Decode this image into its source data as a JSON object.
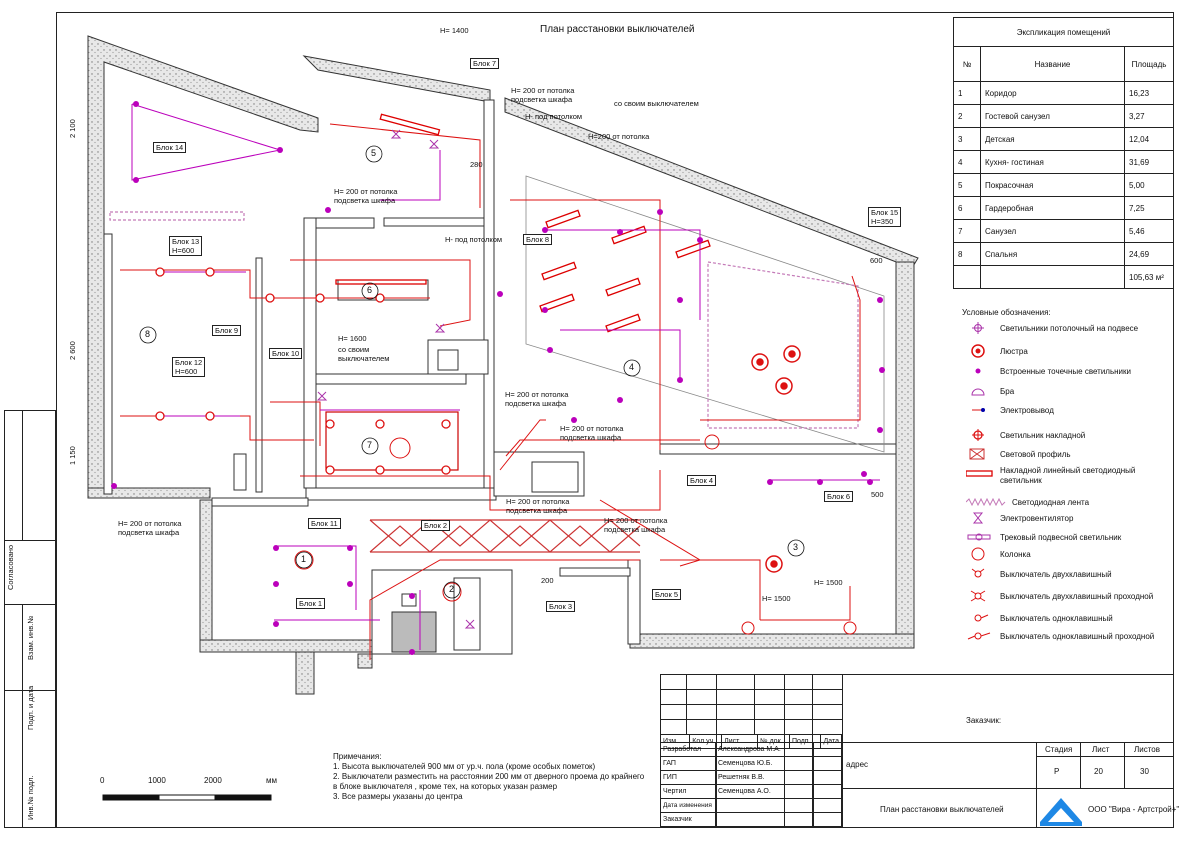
{
  "title": "План расстановки выключателей",
  "explication": {
    "title": "Экспликация помещений",
    "headers": [
      "№",
      "Название",
      "Площадь"
    ],
    "rows": [
      [
        "1",
        "Коридор",
        "16,23"
      ],
      [
        "2",
        "Гостевой санузел",
        "3,27"
      ],
      [
        "3",
        "Детская",
        "12,04"
      ],
      [
        "4",
        "Кухня- гостиная",
        "31,69"
      ],
      [
        "5",
        "Покрасочная",
        "5,00"
      ],
      [
        "6",
        "Гардеробная",
        "7,25"
      ],
      [
        "7",
        "Санузел",
        "5,46"
      ],
      [
        "8",
        "Спальня",
        "24,69"
      ]
    ],
    "total": "105,63 м²"
  },
  "legend": {
    "title": "Условные обозначения:",
    "items": [
      "Светильники потолочный на подвесе",
      "Люстра",
      "Встроенные точечные светильники",
      "Бра",
      "Электровывод",
      "Светильник накладной",
      "Световой профиль",
      "Накладной линейный светодиодный светильник",
      "Светодиодная лента",
      "Электровентилятор",
      "Трековый подвесной светильник",
      "Колонка",
      "Выключатель двухклавишный",
      "Выключатель двухклавишный проходной",
      "Выключатель одноклавишный",
      "Выключатель одноклавишный проходной"
    ]
  },
  "rooms": [
    "1",
    "2",
    "3",
    "4",
    "5",
    "6",
    "7",
    "8"
  ],
  "blocks": [
    "Блок 1",
    "Блок 2",
    "Блок 3",
    "Блок 4",
    "Блок 5",
    "Блок 6",
    "Блок 7",
    "Блок 8",
    "Блок 9",
    "Блок 10",
    "Блок 11",
    "Блок 12\nH=600",
    "Блок 13\nH=600",
    "Блок 14",
    "Блок 15\nH=350"
  ],
  "annotations": {
    "h1400": "H= 1400",
    "h200_wardrobe": "H= 200 от потолка подсветка шкафа",
    "under_ceiling": "H- под потолком",
    "own_switch": "со своим выключателем",
    "h200": "H=200 от потолка",
    "h1600": "H= 1600",
    "h1500a": "H= 1500",
    "h1500b": "H= 1500",
    "d600": "600",
    "d500": "500",
    "d280": "280",
    "d200": "200"
  },
  "dims_left": [
    "2 100",
    "2 600",
    "1 150"
  ],
  "notes": {
    "title": "Примечания:",
    "lines": [
      "1. Высота выключателей 900 мм от ур.ч. пола (кроме особых пометок)",
      "2. Выключатели разместить на расстоянии 200 мм от дверного проема до крайнего",
      "в блоке выключателя , кроме тех, на которых указан размер",
      "3. Все размеры указаны до центра"
    ]
  },
  "scale": {
    "labels": [
      "0",
      "1000",
      "2000",
      "мм"
    ]
  },
  "stamp": {
    "header": [
      "Изм.",
      "Кол.уч",
      "Лист",
      "№ док",
      "Подп.",
      "Дата"
    ],
    "people": [
      [
        "Разработал",
        "Александрова М.А."
      ],
      [
        "ГАП",
        "Семенцова Ю.Б."
      ],
      [
        "ГИП",
        "Решетняк В.В."
      ],
      [
        "Чертил",
        "Семенцова А.О."
      ],
      [
        "Дата изменения",
        ""
      ],
      [
        "Заказчик",
        ""
      ]
    ],
    "customer": "Заказчик:",
    "address": "адрес",
    "stage_headers": [
      "Стадия",
      "Лист",
      "Листов"
    ],
    "stage_values": [
      "Р",
      "20",
      "30"
    ],
    "sheet_title": "План расстановки выключателей",
    "company": "ООО \"Вира - Артстрой+\""
  },
  "side": [
    "Согласовано",
    "Взам. инв.№",
    "Подп. и дата",
    "Инв.№ подл."
  ]
}
